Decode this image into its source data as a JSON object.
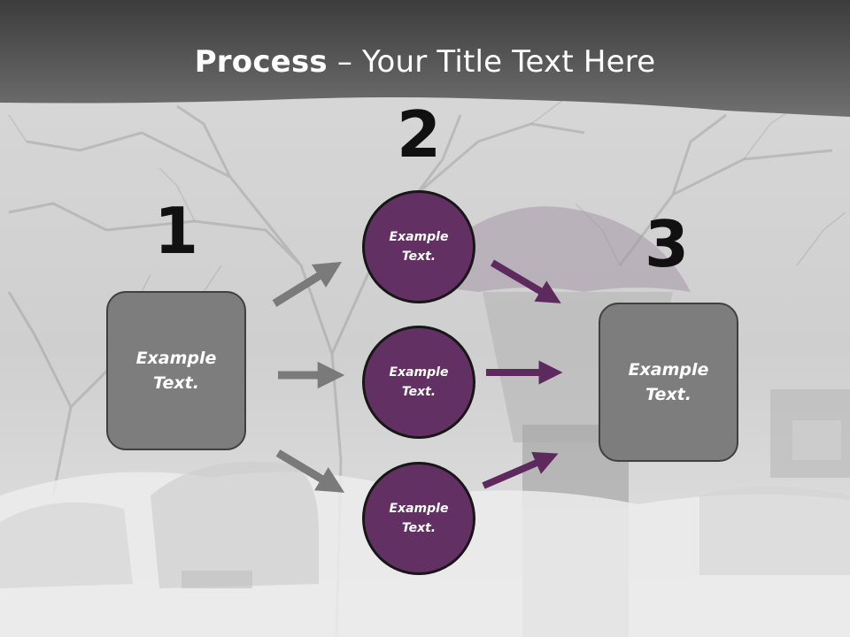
{
  "title": {
    "bold": "Process",
    "rest": " – Your Title Text Here"
  },
  "steps": [
    {
      "number": "1"
    },
    {
      "number": "2"
    },
    {
      "number": "3"
    }
  ],
  "left_box": {
    "text": "Example\nText."
  },
  "circles": [
    {
      "text": "Example\nText."
    },
    {
      "text": "Example\nText."
    },
    {
      "text": "Example\nText."
    }
  ],
  "right_box": {
    "text": "Example\nText."
  },
  "colors": {
    "header": "#5a5a5a",
    "box_fill": "#7d7d7d",
    "circle_fill": "#633063",
    "gray_arrow": "#7a7a7a",
    "purple_arrow": "#5e2a5e"
  },
  "background": "snowy-street-umbrella-photo"
}
